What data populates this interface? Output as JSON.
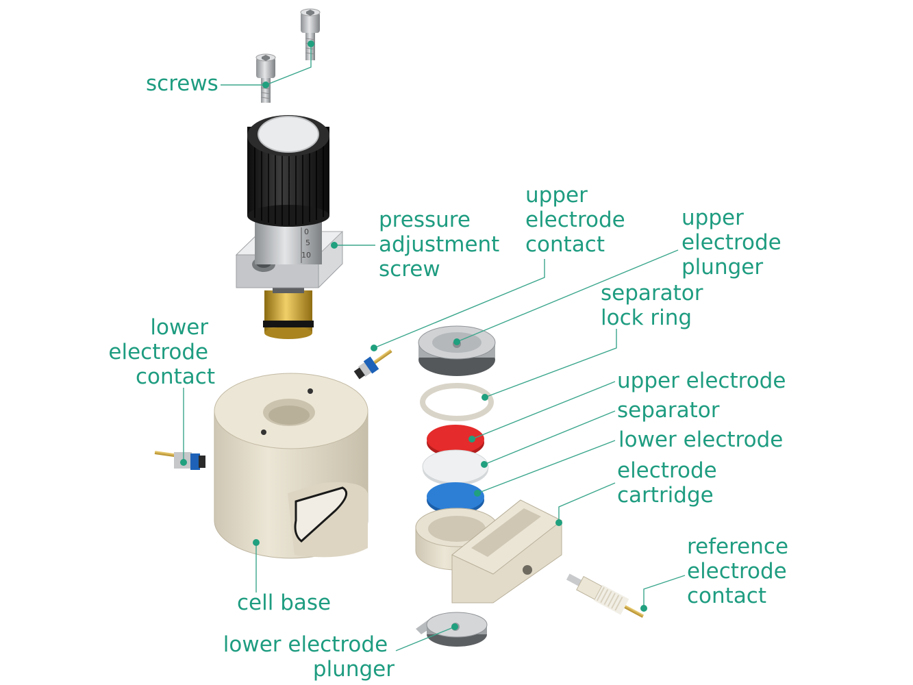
{
  "colors": {
    "label": "#1e9c80",
    "leader": "#3aa68c",
    "dot": "#20a07e",
    "peek": "#e3dccb",
    "upper_electrode": "#e52b2b",
    "lower_electrode": "#2d7fd6",
    "separator": "#eef0f1",
    "steel": "#c7c9cb",
    "knob": "#1f1f1f",
    "brass": "#c89b2a"
  },
  "labels": {
    "screws": [
      "screws"
    ],
    "pressure_screw": [
      "pressure",
      "adjustment",
      "screw"
    ],
    "upper_contact": [
      "upper",
      "electrode",
      "contact"
    ],
    "upper_plunger": [
      "upper",
      "electrode",
      "plunger"
    ],
    "lock_ring": [
      "separator",
      "lock ring"
    ],
    "upper_electrode": [
      "upper electrode"
    ],
    "separator": [
      "separator"
    ],
    "lower_electrode": [
      "lower electrode"
    ],
    "cartridge": [
      "electrode",
      "cartridge"
    ],
    "lower_contact": [
      "lower",
      "electrode",
      "contact"
    ],
    "cell_base": [
      "cell base"
    ],
    "reference_contact": [
      "reference",
      "electrode",
      "contact"
    ],
    "lower_plunger": [
      "lower electrode",
      "plunger"
    ]
  },
  "parts": [
    {
      "id": "screw-1",
      "icon": "hex-screw-icon"
    },
    {
      "id": "screw-2",
      "icon": "hex-screw-icon"
    },
    {
      "id": "pressure-adjustment-screw",
      "icon": "micrometer-knob-icon"
    },
    {
      "id": "upper-electrode-contact",
      "icon": "spring-pin-icon"
    },
    {
      "id": "upper-electrode-plunger",
      "icon": "steel-disc-icon"
    },
    {
      "id": "separator-lock-ring",
      "icon": "ring-icon"
    },
    {
      "id": "upper-electrode",
      "icon": "red-disc-icon"
    },
    {
      "id": "separator",
      "icon": "white-disc-icon"
    },
    {
      "id": "lower-electrode",
      "icon": "blue-disc-icon"
    },
    {
      "id": "electrode-cartridge",
      "icon": "cartridge-icon"
    },
    {
      "id": "lower-electrode-contact",
      "icon": "spring-pin-icon"
    },
    {
      "id": "cell-base",
      "icon": "cylinder-body-icon"
    },
    {
      "id": "reference-electrode-contact",
      "icon": "fitting-icon"
    },
    {
      "id": "lower-electrode-plunger",
      "icon": "steel-disc-icon"
    }
  ]
}
